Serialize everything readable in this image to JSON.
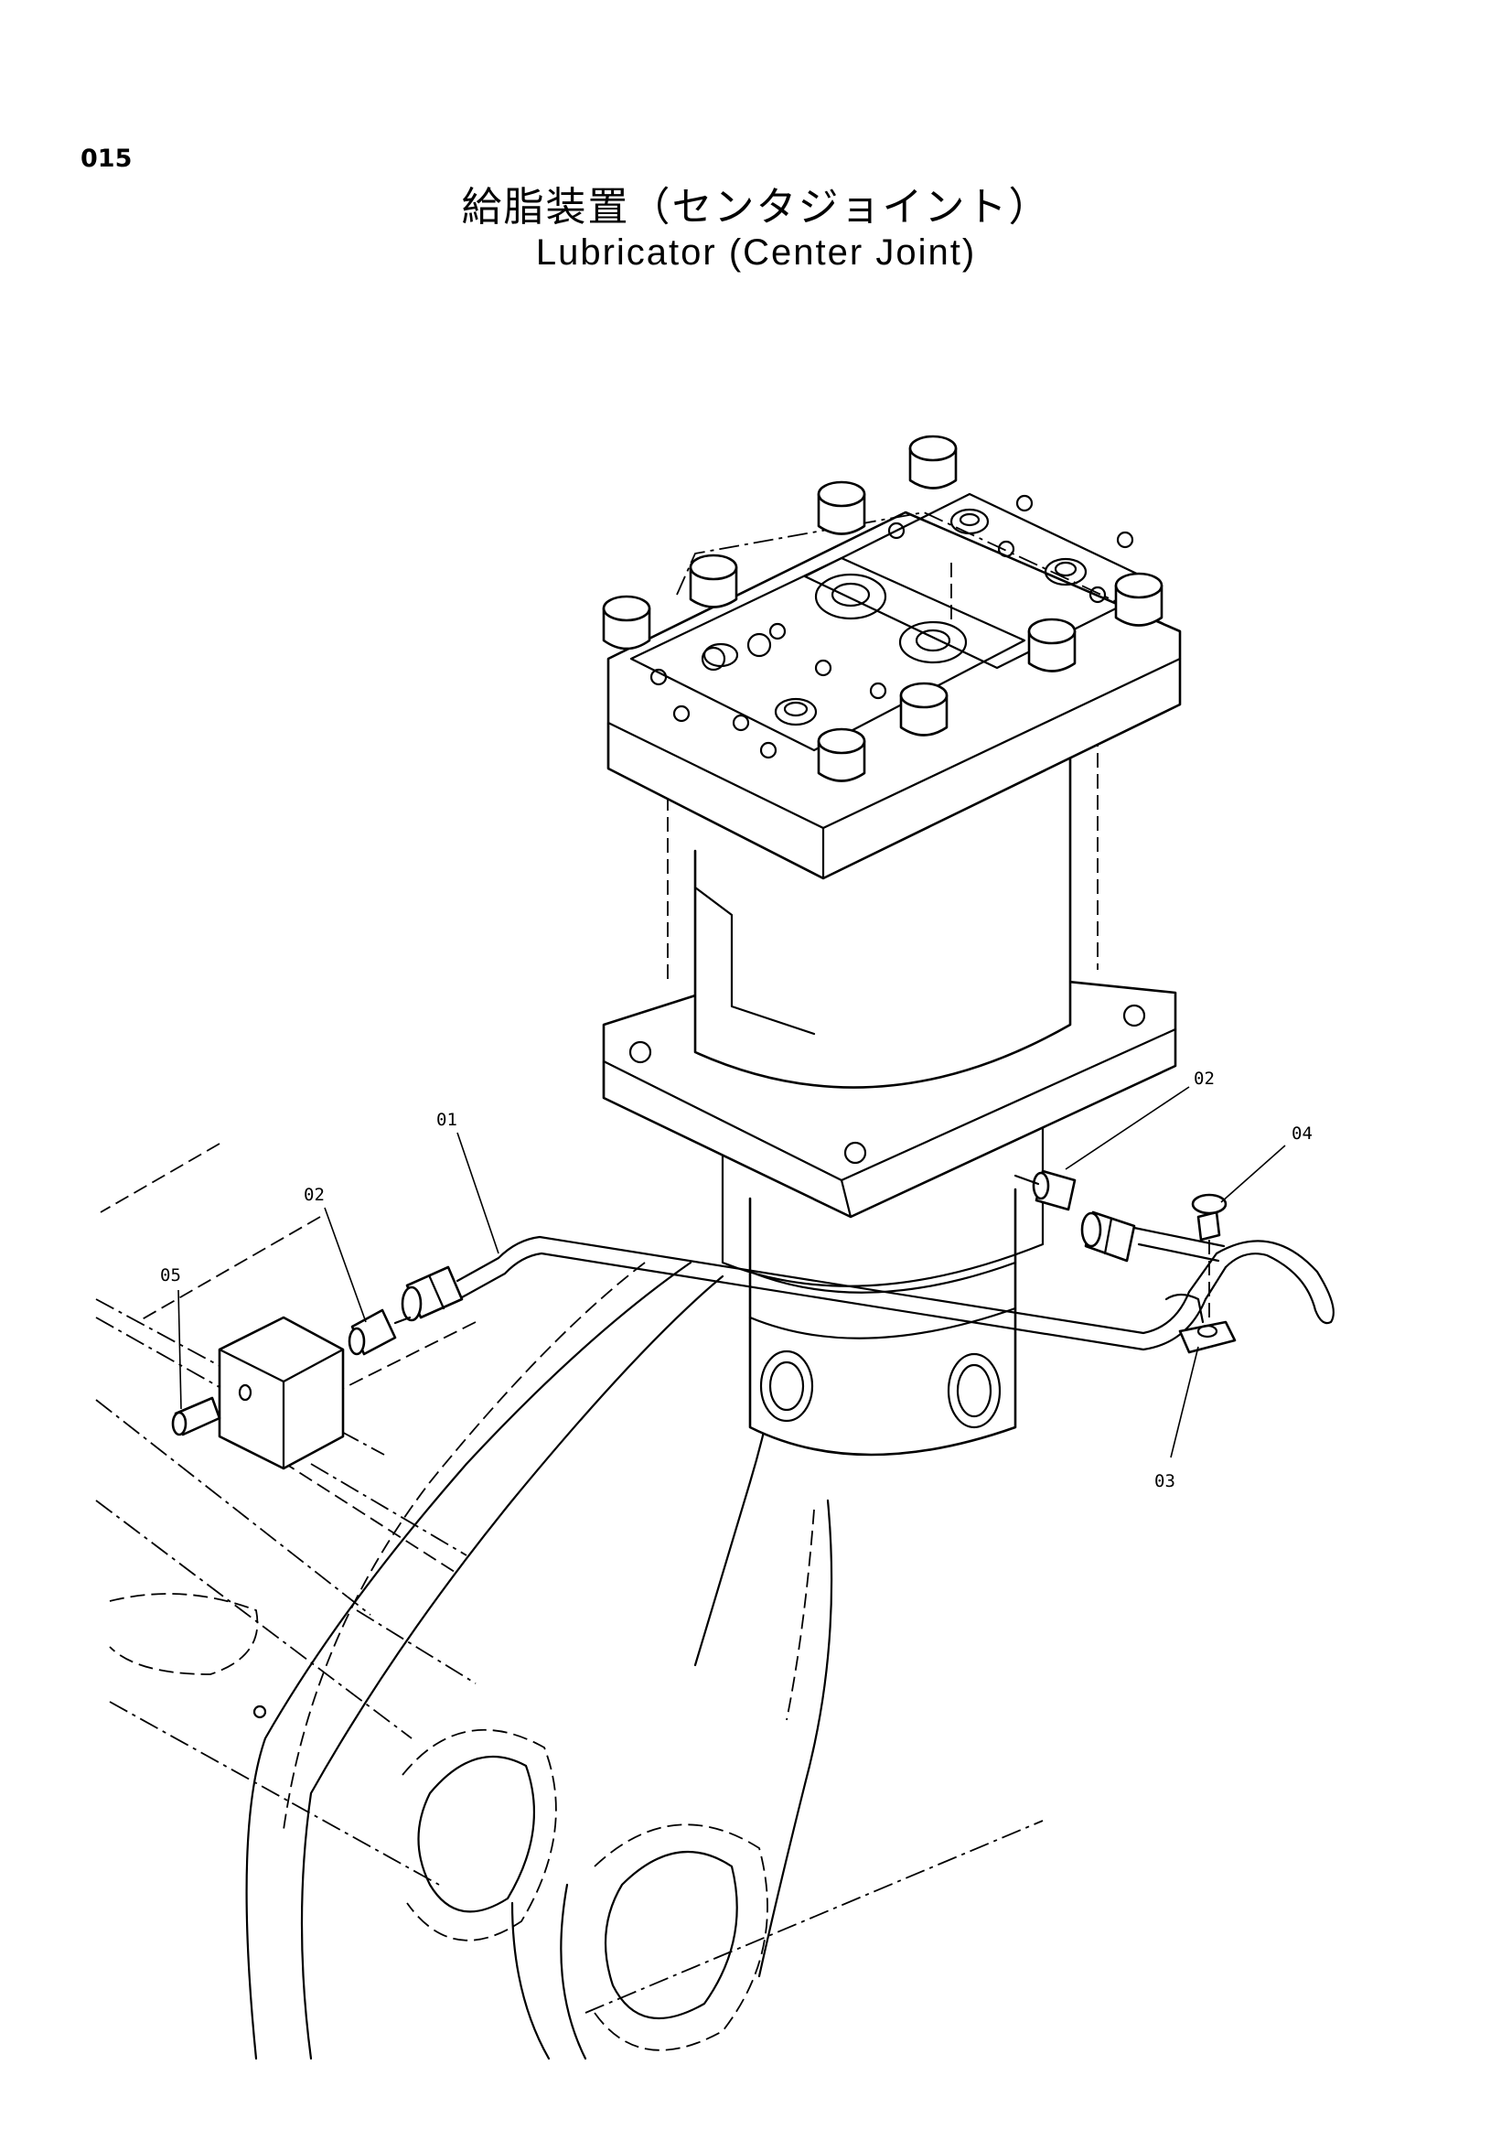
{
  "page": {
    "number": "015"
  },
  "title": {
    "japanese": "給脂装置（センタジョイント）",
    "english": "Lubricator (Center Joint)"
  },
  "callouts": [
    {
      "id": "c01",
      "label": "01"
    },
    {
      "id": "c02a",
      "label": "02"
    },
    {
      "id": "c02b",
      "label": "02"
    },
    {
      "id": "c03",
      "label": "03"
    },
    {
      "id": "c04",
      "label": "04"
    },
    {
      "id": "c05",
      "label": "05"
    }
  ]
}
